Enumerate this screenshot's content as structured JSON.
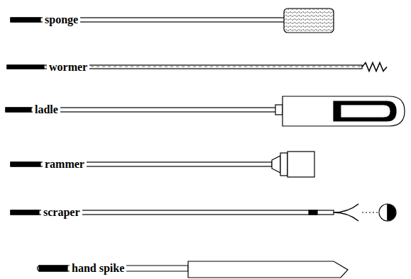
{
  "diagram": {
    "labels": [
      "sponge",
      "wormer",
      "ladle",
      "rammer",
      "scraper",
      "hand spike"
    ]
  }
}
